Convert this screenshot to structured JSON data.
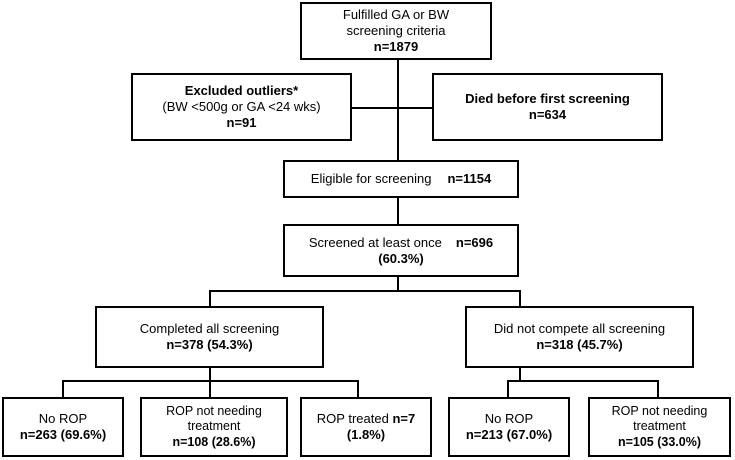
{
  "figure": {
    "type": "flowchart",
    "title": "ROP screening study flow diagram",
    "background_color": "#ffffff",
    "line_color": "#000000",
    "text_color": "#000000"
  },
  "nodes": {
    "top": {
      "name": "fulfilled-criteria",
      "line1": "Fulfilled GA or BW",
      "line2": "screening criteria",
      "line3": "n=1879"
    },
    "excluded": {
      "name": "excluded-outliers",
      "line1": "Excluded outliers*",
      "line2": "(BW <500g or GA <24 wks)",
      "line3": "n=91"
    },
    "died": {
      "name": "died-before-screening",
      "line1": "Died before first screening",
      "line2": "n=634"
    },
    "eligible": {
      "name": "eligible-for-screening",
      "label": "Eligible for screening",
      "count": "n=1154"
    },
    "screened": {
      "name": "screened-at-least-once",
      "label": "Screened at least once",
      "count": "n=696",
      "percent": "(60.3%)"
    },
    "completed": {
      "name": "completed-all-screening",
      "line1": "Completed all screening",
      "line2": "n=378 (54.3%)"
    },
    "not_completed": {
      "name": "did-not-complete-all-screening",
      "line1": "Did not compete all screening",
      "line2": "n=318 (45.7%)"
    },
    "outcome1": {
      "name": "completed-no-rop",
      "line1": "No ROP",
      "line2": "n=263 (69.6%)"
    },
    "outcome2": {
      "name": "completed-rop-not-needing-treatment",
      "line1": "ROP not needing",
      "line2": "treatment",
      "line3": "n=108 (28.6%)"
    },
    "outcome3": {
      "name": "completed-rop-treated",
      "line1": "ROP treated n=7",
      "line2": "(1.8%)"
    },
    "outcome4": {
      "name": "incomplete-no-rop",
      "line1": "No ROP",
      "line2": "n=213 (67.0%)"
    },
    "outcome5": {
      "name": "incomplete-rop-not-needing-treatment",
      "line1": "ROP not needing",
      "line2": "treatment",
      "line3": "n=105 (33.0%)"
    }
  },
  "chart_data": {
    "type": "flowchart",
    "title": "ROP screening study flow diagram",
    "stages": [
      {
        "label": "Fulfilled GA or BW screening criteria",
        "n": 1879
      },
      {
        "label": "Excluded outliers* (BW <500g or GA <24 wks)",
        "n": 91
      },
      {
        "label": "Died before first screening",
        "n": 634
      },
      {
        "label": "Eligible for screening",
        "n": 1154
      },
      {
        "label": "Screened at least once",
        "n": 696,
        "percent": 60.3
      },
      {
        "label": "Completed all screening",
        "n": 378,
        "percent": 54.3
      },
      {
        "label": "Did not compete all screening",
        "n": 318,
        "percent": 45.7
      },
      {
        "label": "No ROP (completed)",
        "n": 263,
        "percent": 69.6
      },
      {
        "label": "ROP not needing treatment (completed)",
        "n": 108,
        "percent": 28.6
      },
      {
        "label": "ROP treated (completed)",
        "n": 7,
        "percent": 1.8
      },
      {
        "label": "No ROP (incomplete)",
        "n": 213,
        "percent": 67.0
      },
      {
        "label": "ROP not needing treatment (incomplete)",
        "n": 105,
        "percent": 33.0
      }
    ]
  }
}
